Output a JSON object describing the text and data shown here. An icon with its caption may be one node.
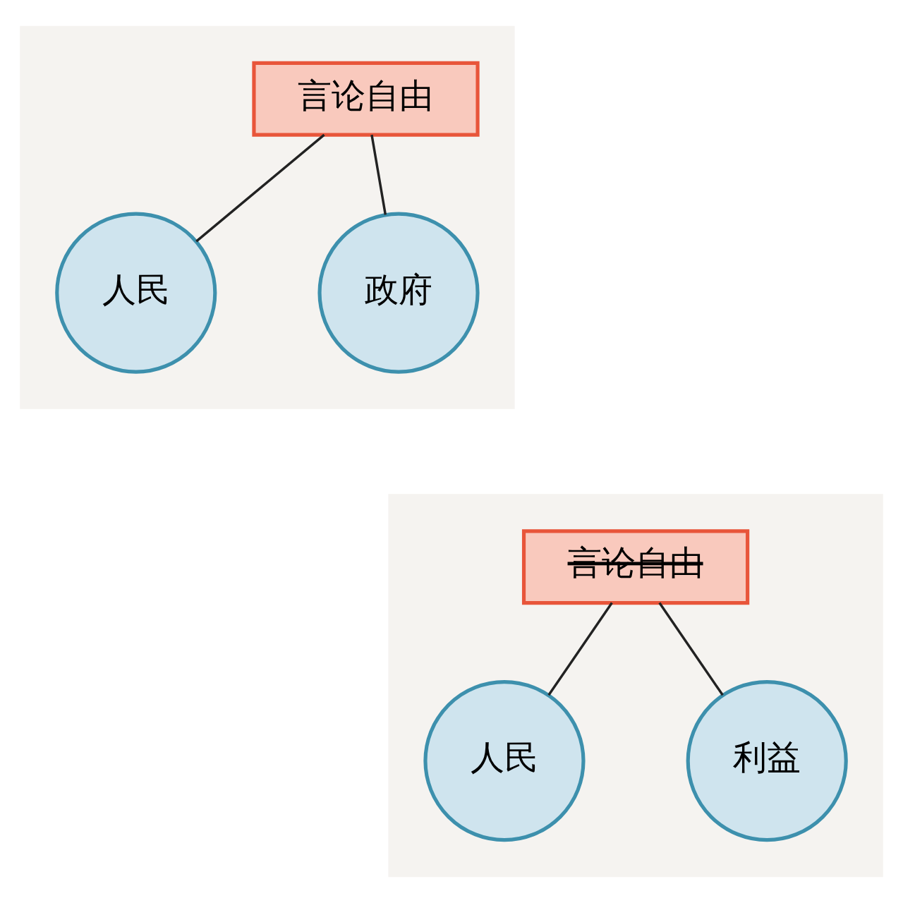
{
  "diagram": {
    "nodes": [
      {
        "text": [],
        "shape": "box"
      },
      {
        "text": [
          "言论自由"
        ],
        "in": 0
      },
      {
        "text": [
          "人民"
        ],
        "in": 0
      },
      {
        "text": [
          "政府"
        ],
        "in": 0
      },
      {
        "text": [],
        "shape": "box"
      },
      {
        "text": [
          "言论自由"
        ],
        "in": 4
      },
      {
        "text": [
          "人民"
        ],
        "in": 4
      },
      {
        "text": [
          "利益"
        ],
        "in": 4
      }
    ],
    "edges": [
      {
        "from": 1,
        "to": 2,
        "arrow": "none"
      },
      {
        "from": 1,
        "to": 3,
        "arrow": "none"
      },
      {
        "from": 5,
        "to": 6,
        "arrow": "none"
      },
      {
        "from": 5,
        "to": 7,
        "arrow": "none"
      }
    ]
  }
}
